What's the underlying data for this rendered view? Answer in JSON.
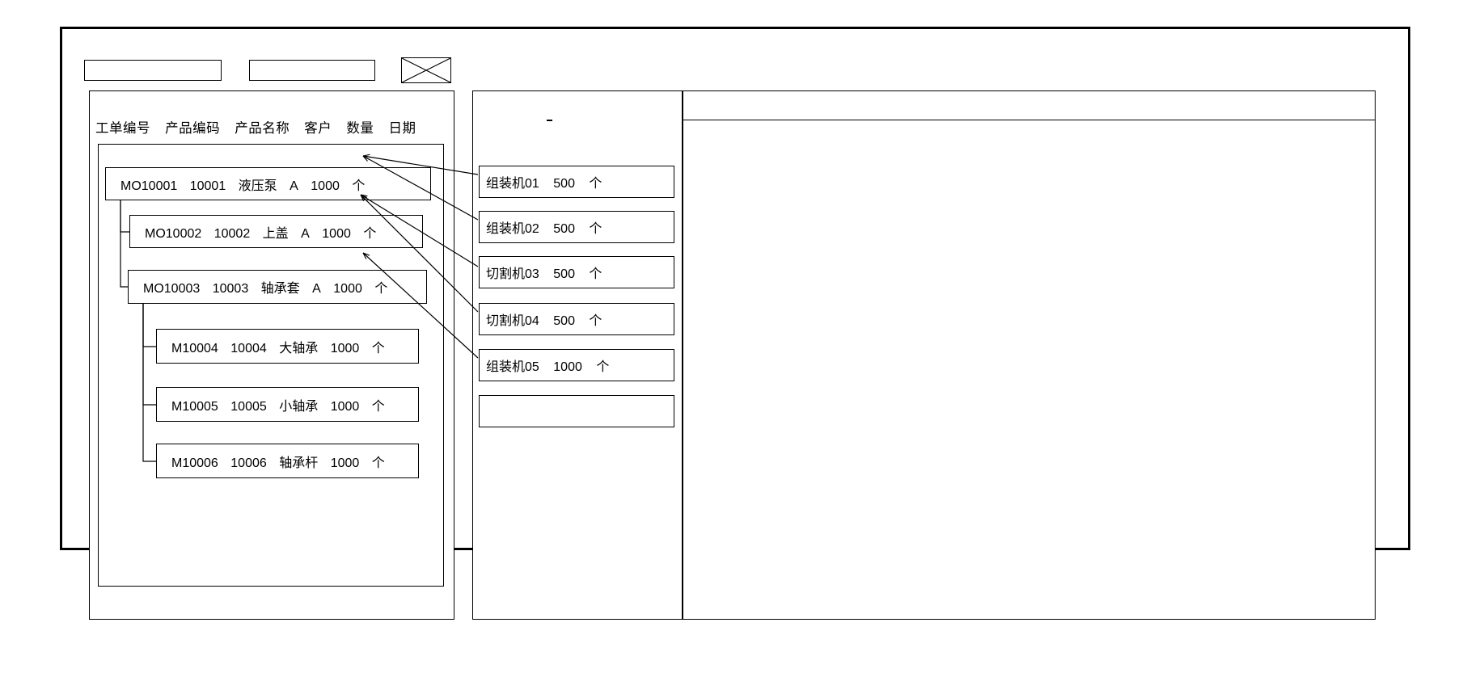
{
  "window": {
    "title": ""
  },
  "toolbar": {
    "field_1_value": "",
    "field_1_placeholder": "",
    "field_2_value": "",
    "field_2_placeholder": "",
    "image_placeholder_icon": "image-placeholder-x-icon"
  },
  "left_panel": {
    "columns": [
      "工单编号",
      "产品编码",
      "产品名称",
      "客户",
      "数量",
      "日期"
    ],
    "work_orders": [
      {
        "order_no": "MO10001",
        "product_code": "10001",
        "product_name": "液压泵",
        "customer": "A",
        "quantity": "1000",
        "unit": "个",
        "level": 0
      },
      {
        "order_no": "MO10002",
        "product_code": "10002",
        "product_name": "上盖",
        "customer": "A",
        "quantity": "1000",
        "unit": "个",
        "level": 1
      },
      {
        "order_no": "MO10003",
        "product_code": "10003",
        "product_name": "轴承套",
        "customer": "A",
        "quantity": "1000",
        "unit": "个",
        "level": 1
      },
      {
        "order_no": "M10004",
        "product_code": "10004",
        "product_name": "大轴承",
        "customer": "",
        "quantity": "1000",
        "unit": "个",
        "level": 2
      },
      {
        "order_no": "M10005",
        "product_code": "10005",
        "product_name": "小轴承",
        "customer": "",
        "quantity": "1000",
        "unit": "个",
        "level": 2
      },
      {
        "order_no": "M10006",
        "product_code": "10006",
        "product_name": "轴承杆",
        "customer": "",
        "quantity": "1000",
        "unit": "个",
        "level": 2
      }
    ]
  },
  "middle_panel": {
    "marker": "",
    "machines": [
      {
        "name": "组装机01",
        "quantity": "500",
        "unit": "个"
      },
      {
        "name": "组装机02",
        "quantity": "500",
        "unit": "个"
      },
      {
        "name": "切割机03",
        "quantity": "500",
        "unit": "个"
      },
      {
        "name": "切割机04",
        "quantity": "500",
        "unit": "个"
      },
      {
        "name": "组装机05",
        "quantity": "1000",
        "unit": "个"
      },
      {
        "name": "",
        "quantity": "",
        "unit": ""
      }
    ]
  },
  "right_panel": {
    "header_text": "",
    "body_text": ""
  },
  "colors": {
    "stroke": "#000000",
    "background": "#ffffff"
  }
}
